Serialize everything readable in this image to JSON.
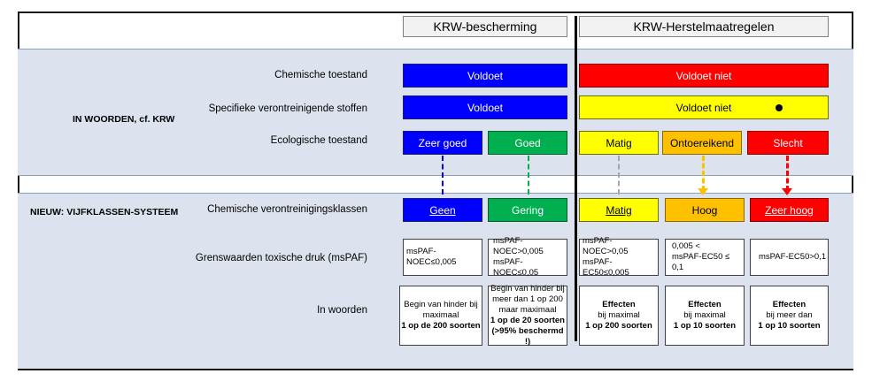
{
  "header": {
    "left": "KRW-bescherming",
    "right": "KRW-Herstelmaatregelen"
  },
  "sections": {
    "top": "IN WOORDEN, cf. KRW",
    "bottom": "NIEUW: VIJFKLASSEN-SYSTEEM"
  },
  "rows": {
    "chemical": "Chemische toestand",
    "specific": "Specifieke verontreinigende stoffen",
    "ecological": "Ecologische toestand",
    "classes": "Chemische verontreinigingsklassen",
    "limits": "Grenswaarden toxische druk (msPAF)",
    "words": "In woorden"
  },
  "chemical": {
    "left": "Voldoet",
    "right": "Voldoet niet"
  },
  "specific": {
    "left": "Voldoet",
    "right": "Voldoet niet"
  },
  "ecological": [
    "Zeer goed",
    "Goed",
    "Matig",
    "Ontoereikend",
    "Slecht"
  ],
  "classes": [
    "Geen",
    "Gering",
    "Matig",
    "Hoog",
    "Zeer hoog"
  ],
  "limits": {
    "c1": "msPAF-NOEC≤0,005",
    "c2a": "msPAF-NOEC>0,005",
    "c2b": "msPAF-NOEC≤0,05",
    "c3a": "msPAF-NOEC>0,05",
    "c3b": "msPAF-EC50≤0,005",
    "c4a": "0,005 <",
    "c4b": "msPAF-EC50 ≤ 0,1",
    "c5": "msPAF-EC50>0,1"
  },
  "words": {
    "c1": [
      "Begin van hinder bij",
      "maximaal",
      "1 op de 200 soorten"
    ],
    "c2": [
      "Begin van hinder bij",
      "meer  dan 1 op 200",
      "maar maximaal",
      "1 op de 20 soorten",
      "(>95% beschermd !)"
    ],
    "c3": [
      "Effecten",
      "bij maximal",
      "1 op 200 soorten"
    ],
    "c4": [
      "Effecten",
      "bij maximal",
      "1 op 10 soorten"
    ],
    "c5": [
      "Effecten",
      "bij meer dan",
      "1 op 10 soorten"
    ]
  },
  "colors": {
    "blue": "#0000ff",
    "green": "#00b050",
    "yellow": "#ffff00",
    "orange": "#ffc000",
    "red": "#ff0000",
    "band": "#dde3ee"
  }
}
